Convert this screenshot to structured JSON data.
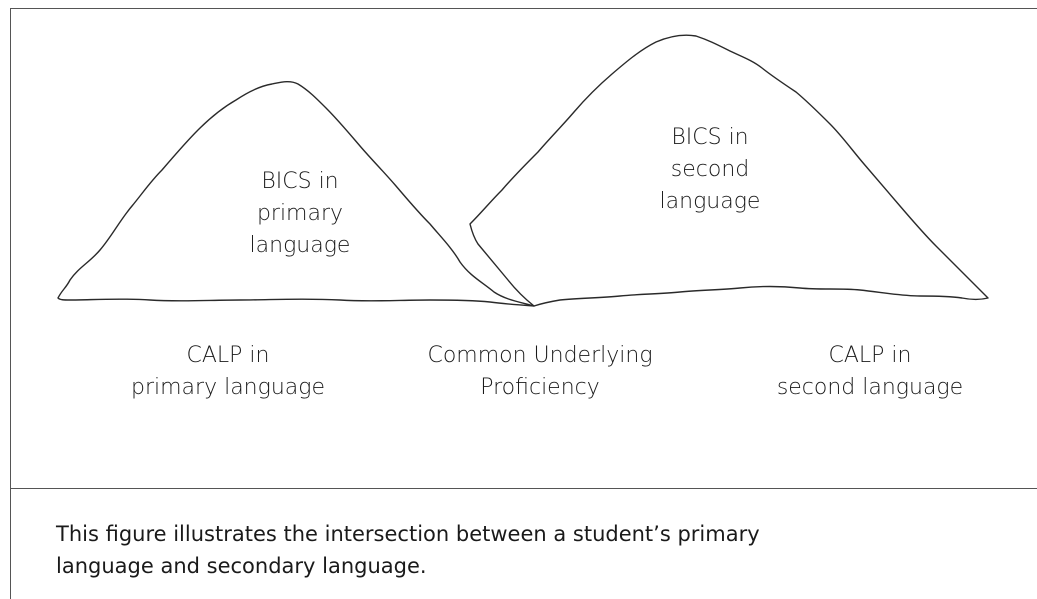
{
  "diagram": {
    "bics_primary": "BICS in\nprimary\nlanguage",
    "bics_second": "BICS in\nsecond\nlanguage",
    "calp_primary": "CALP in\nprimary language",
    "cup": "Common Underlying\nProficiency",
    "calp_second": "CALP in\nsecond language"
  },
  "caption": {
    "text": "This figure illustrates the intersection between a student’s primary\nlanguage and secondary language."
  }
}
